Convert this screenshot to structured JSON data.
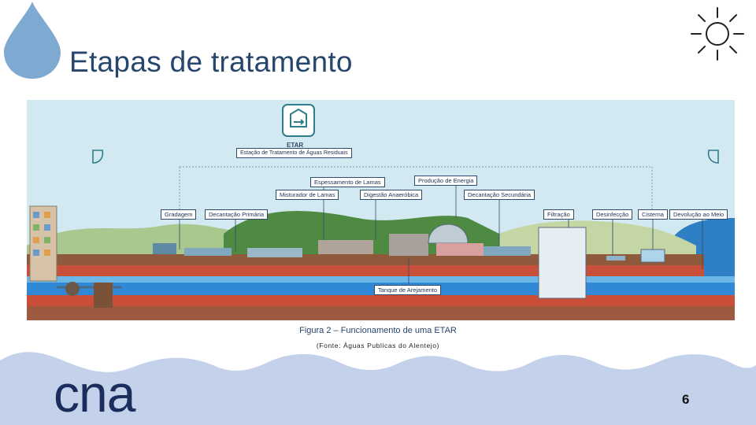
{
  "title": "Etapas de tratamento",
  "diagram": {
    "logo_title": "ETAR",
    "logo_subtitle": "Estação de Tratamento de Águas Residuais",
    "labels": {
      "espessamento": "Espessamento de Lamas",
      "producao_energia": "Produção de Energia",
      "misturador": "Misturador de Lamas",
      "digestao": "Digestão Anaeróbica",
      "decantacao_secundaria": "Decantação Secundária",
      "gradagem": "Gradagem",
      "decantacao_primaria": "Decantação Primária",
      "filtracao": "Filtração",
      "desinfeccao": "Desinfecção",
      "cisterna": "Cisterna",
      "devolucao": "Devolução ao Meio",
      "tanque_arejamento": "Tanque de Arejamento"
    }
  },
  "caption": "Figura 2 – Funcionamento de uma ETAR",
  "source": "(Fonte: Águas Publicas do Alentejo)",
  "brand": "cna",
  "page_number": "6",
  "colors": {
    "title": "#27466e",
    "drop": "#7ea9d0",
    "wave": "#c3d2ea",
    "brand": "#1b2d5c"
  }
}
